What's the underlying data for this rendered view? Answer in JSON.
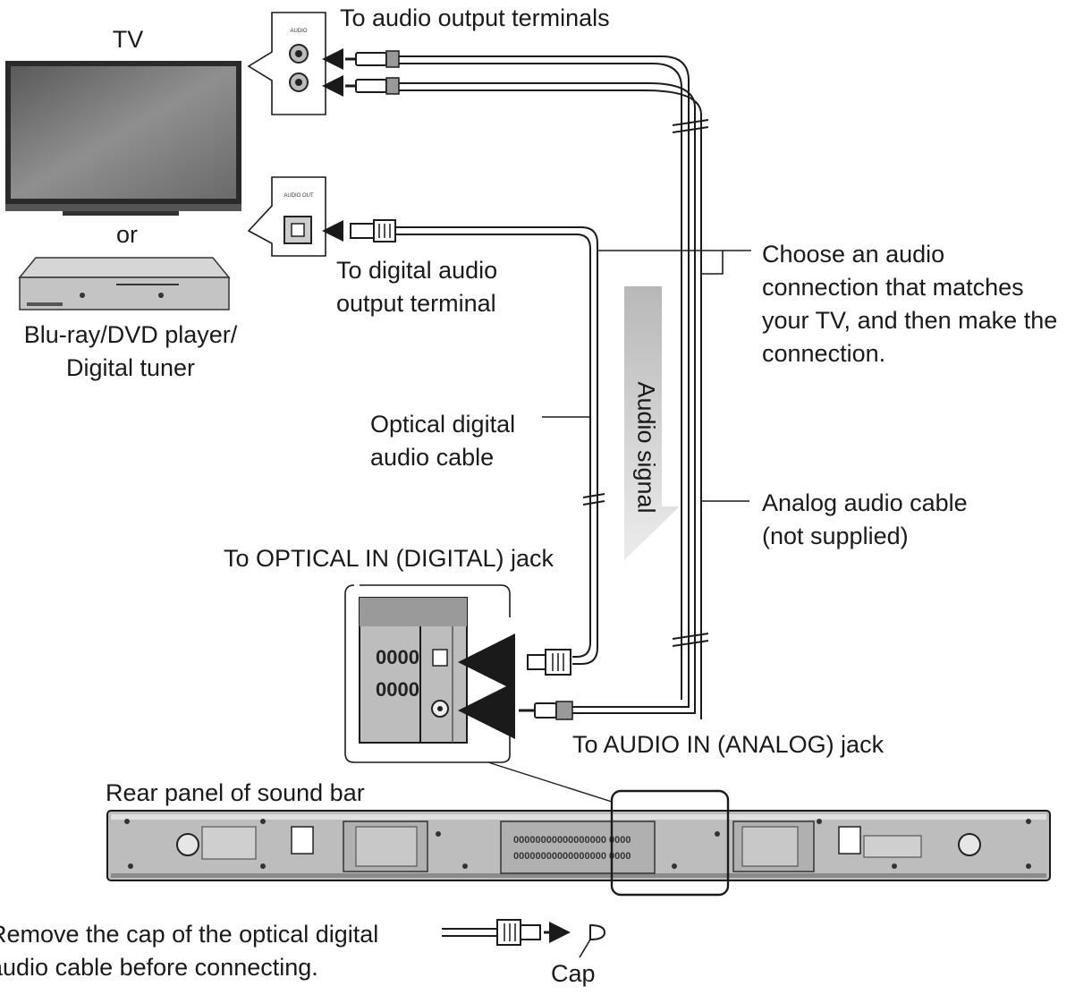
{
  "labels": {
    "tv": "TV",
    "or": "or",
    "player": "Blu-ray/DVD player/\nDigital tuner",
    "audio_output_terminals": "To audio output terminals",
    "digital_output_terminal": "To digital audio\noutput terminal",
    "choose_connection": "Choose an audio\nconnection that matches\nyour TV, and then make the\nconnection.",
    "optical_cable": "Optical digital\naudio cable",
    "audio_signal": "Audio signal",
    "analog_cable": "Analog audio cable\n(not supplied)",
    "optical_in_jack": "To OPTICAL IN (DIGITAL) jack",
    "audio_in_jack": "To AUDIO IN (ANALOG) jack",
    "rear_panel": "Rear panel of sound bar",
    "remove_cap_note": "Remove the cap of the optical digital\naudio cable before connecting.",
    "cap": "Cap"
  },
  "colors": {
    "line": "#1a1a1a",
    "device_fill": "#bdbdbd",
    "screen": "#7a7a7a",
    "signal_arrow": "#d9d9d9"
  }
}
